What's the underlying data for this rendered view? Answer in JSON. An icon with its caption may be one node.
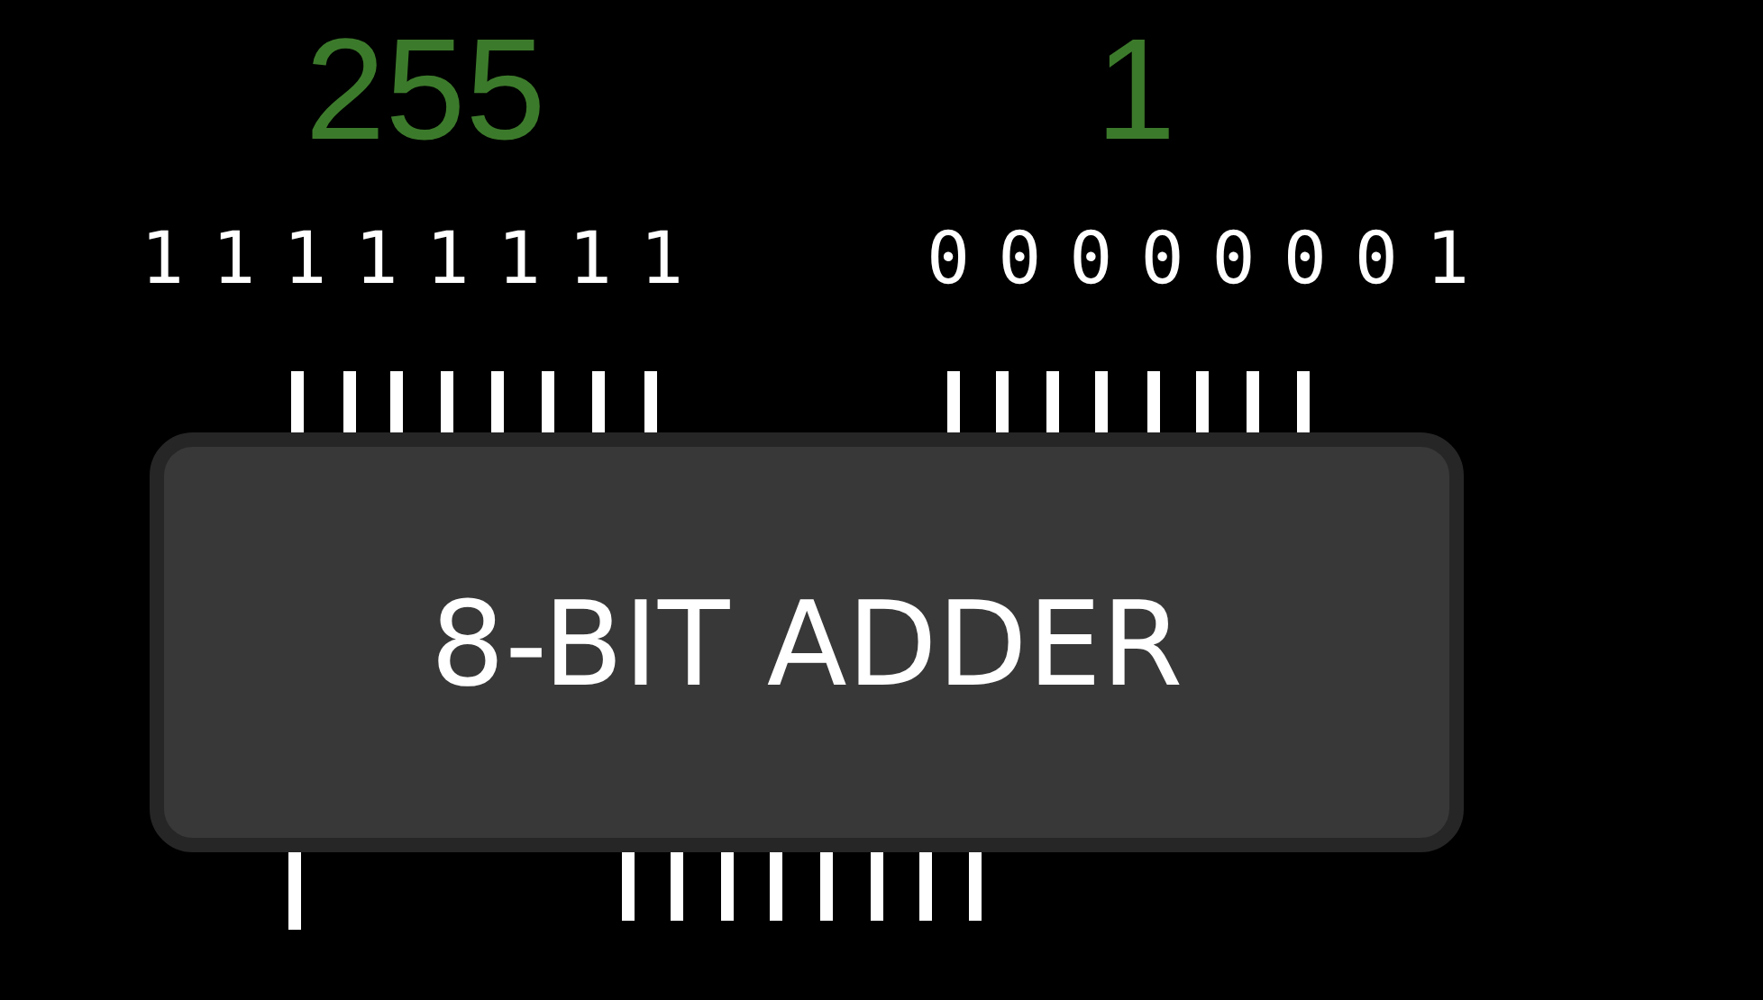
{
  "diagram": {
    "nodes": [
      {
        "text": [
          "8-BIT ADDER"
        ]
      }
    ],
    "labels": [
      "255",
      "1",
      "1 1 1 1 1 1 1 1",
      "0 0 0 0 0 0 0 1"
    ]
  }
}
